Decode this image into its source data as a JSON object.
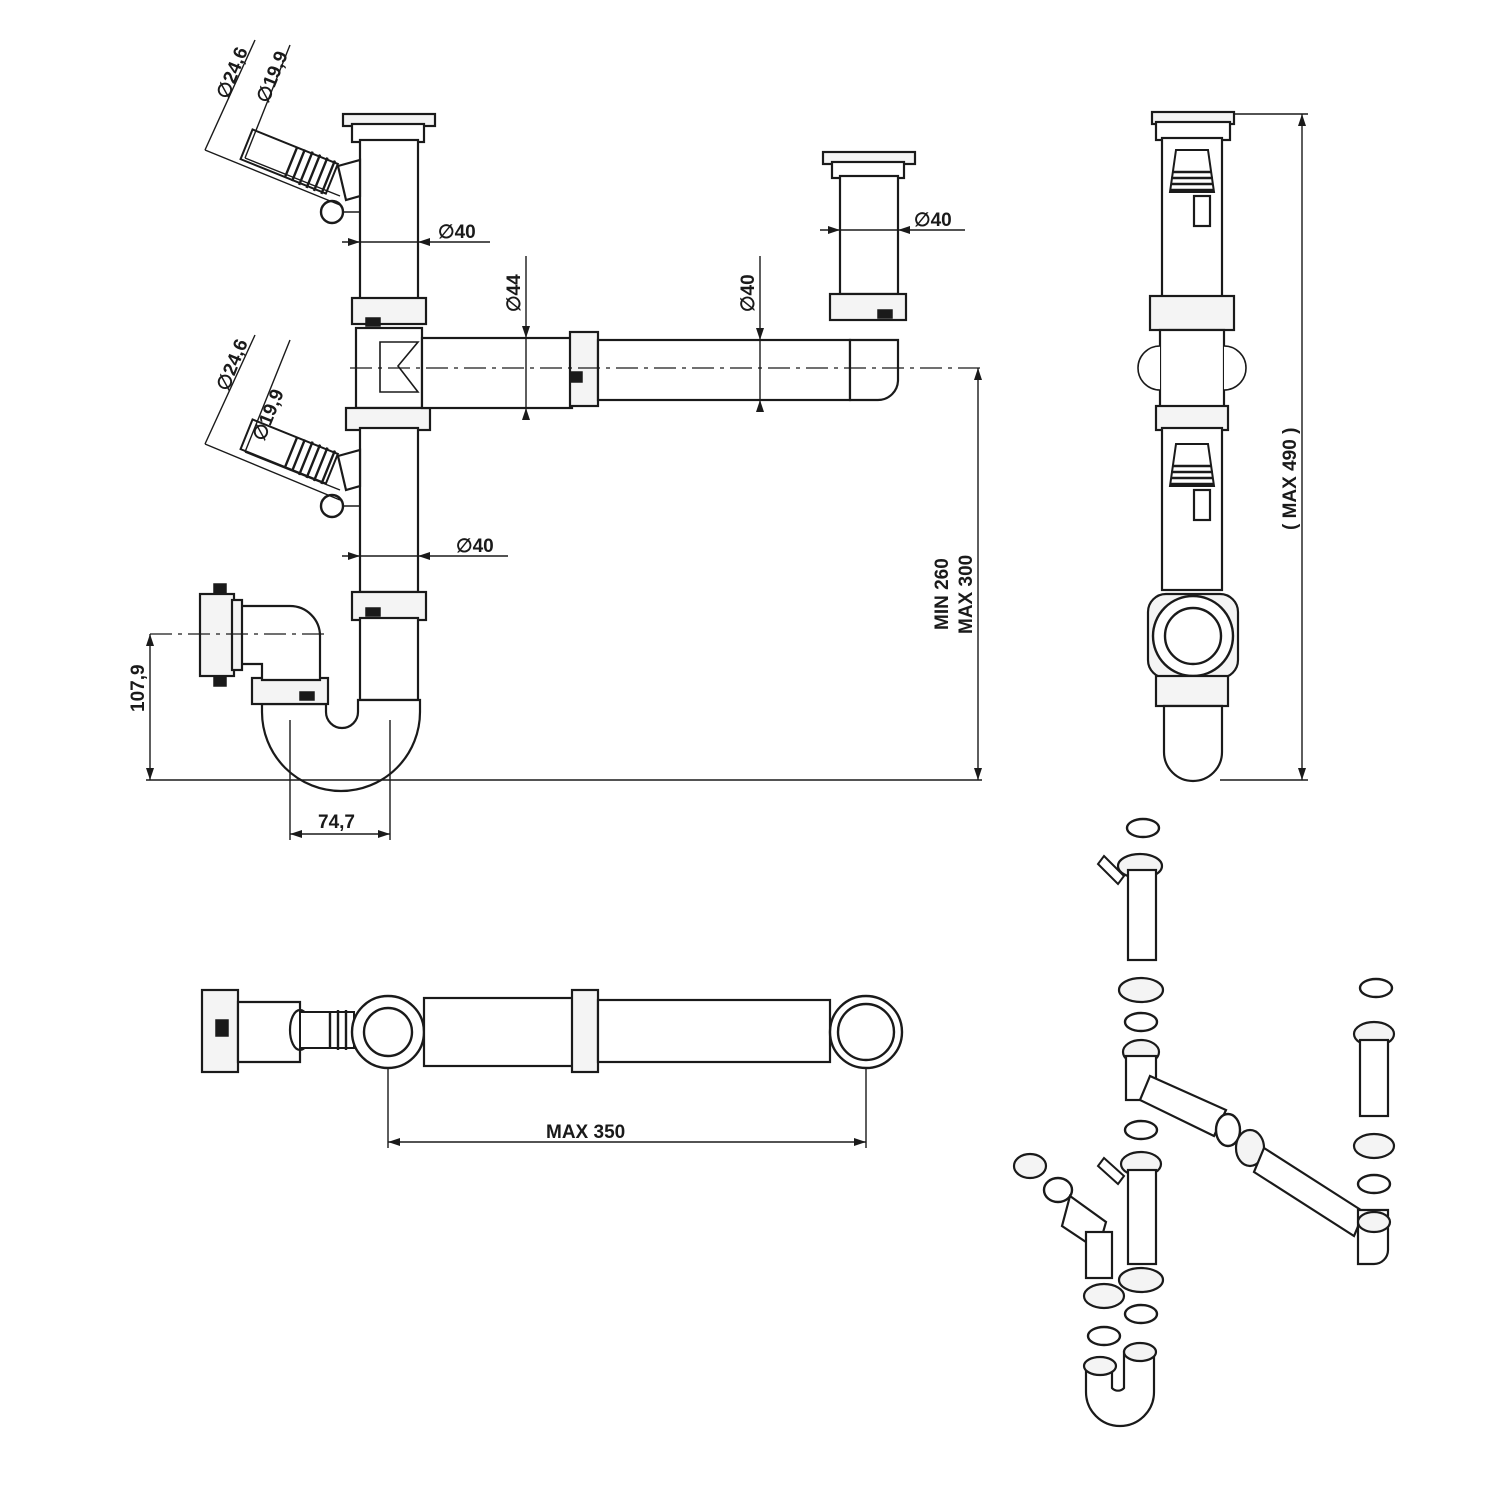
{
  "dimensions": {
    "hose_outer_top": "24,6",
    "hose_inner_top": "19,9",
    "hose_outer_bottom": "24,6",
    "hose_inner_bottom": "19,9",
    "pipe_left_upper": "40",
    "pipe_right": "40",
    "cross_pipe": "44",
    "horizontal_pipe": "40",
    "pipe_left_lower": "40",
    "height_range_min": "MIN 260",
    "height_range_max": "MAX 300",
    "outlet_height": "107,9",
    "trap_offset": "74,7",
    "total_height": "( MAX 490 )",
    "horizontal_span": "MAX 350"
  },
  "diameter_symbol": "∅",
  "colors": {
    "line": "#1a1a1a",
    "background": "#ffffff",
    "fill_light": "#f4f4f4"
  }
}
